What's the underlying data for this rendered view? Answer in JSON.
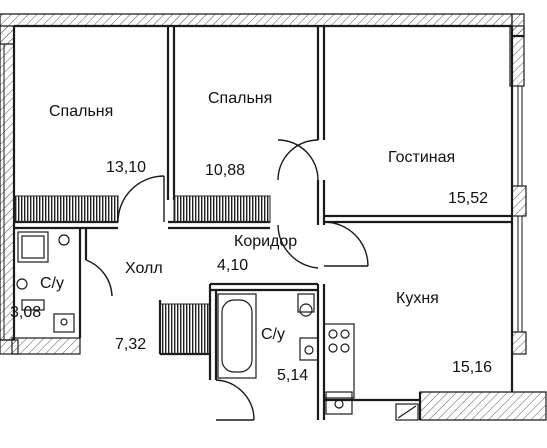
{
  "rooms": [
    {
      "id": "bedroom1",
      "name": "Спальня",
      "area": "13,10"
    },
    {
      "id": "bedroom2",
      "name": "Спальня",
      "area": "10,88"
    },
    {
      "id": "living",
      "name": "Гостиная",
      "area": "15,52"
    },
    {
      "id": "corridor",
      "name": "Коридор",
      "area": "4,10"
    },
    {
      "id": "hall",
      "name": "Холл",
      "area": "7,32"
    },
    {
      "id": "bath1",
      "name": "С/у",
      "area": "3,08"
    },
    {
      "id": "bath2",
      "name": "С/у",
      "area": "5,14"
    },
    {
      "id": "kitchen",
      "name": "Кухня",
      "area": "15,16"
    }
  ],
  "colors": {
    "wall": "#1a1a1a",
    "hatch": "#555555",
    "background": "#ffffff"
  }
}
